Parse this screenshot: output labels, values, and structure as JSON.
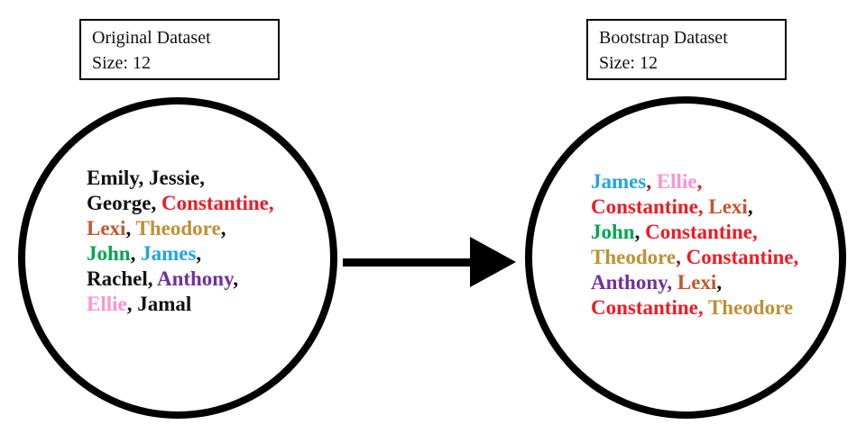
{
  "left_box": {
    "title": "Original Dataset",
    "size_label": "Size: 12"
  },
  "right_box": {
    "title": "Bootstrap Dataset",
    "size_label": "Size: 12"
  },
  "colors": {
    "black": "#111111",
    "red": "#EE1B24",
    "dark_red": "#8B2230",
    "orange": "#C2572B",
    "gold": "#BE9134",
    "green": "#00A550",
    "blue": "#24A3E1",
    "purple": "#7030A0",
    "pink": "#FA94D2"
  },
  "original_dataset": {
    "lines": [
      [
        {
          "text": "Emily",
          "color": "black",
          "sep": ", ",
          "sep_color": "black"
        },
        {
          "text": "Jessie",
          "color": "black",
          "sep": ",",
          "sep_color": "black"
        }
      ],
      [
        {
          "text": "George",
          "color": "black",
          "sep": ", ",
          "sep_color": "black"
        },
        {
          "text": "Constantine",
          "color": "red",
          "sep": ",",
          "sep_color": "red"
        }
      ],
      [
        {
          "text": "Lexi",
          "color": "orange",
          "sep": ", ",
          "sep_color": "black"
        },
        {
          "text": "Theodore",
          "color": "gold",
          "sep": ",",
          "sep_color": "black"
        }
      ],
      [
        {
          "text": "John",
          "color": "green",
          "sep": ", ",
          "sep_color": "black"
        },
        {
          "text": "James",
          "color": "blue",
          "sep": ",",
          "sep_color": "black"
        }
      ],
      [
        {
          "text": "Rachel",
          "color": "black",
          "sep": ", ",
          "sep_color": "black"
        },
        {
          "text": "Anthony",
          "color": "purple",
          "sep": ",",
          "sep_color": "black"
        }
      ],
      [
        {
          "text": "Ellie",
          "color": "pink",
          "sep": ", ",
          "sep_color": "black"
        },
        {
          "text": "Jamal",
          "color": "black",
          "sep": "",
          "sep_color": "black"
        }
      ]
    ]
  },
  "bootstrap_dataset": {
    "lines": [
      [
        {
          "text": "James",
          "color": "blue",
          "sep": ", ",
          "sep_color": "dark_red"
        },
        {
          "text": "Ellie",
          "color": "pink",
          "sep": ",",
          "sep_color": "red"
        }
      ],
      [
        {
          "text": "Constantine",
          "color": "red",
          "sep": ", ",
          "sep_color": "red"
        },
        {
          "text": "Lexi",
          "color": "orange",
          "sep": ",",
          "sep_color": "black"
        }
      ],
      [
        {
          "text": "John",
          "color": "green",
          "sep": ", ",
          "sep_color": "black"
        },
        {
          "text": "Constantine",
          "color": "red",
          "sep": ",",
          "sep_color": "red"
        }
      ],
      [
        {
          "text": "Theodore",
          "color": "gold",
          "sep": ", ",
          "sep_color": "dark_red"
        },
        {
          "text": "Constantine",
          "color": "red",
          "sep": ",",
          "sep_color": "red"
        }
      ],
      [
        {
          "text": "Anthony",
          "color": "purple",
          "sep": ", ",
          "sep_color": "purple"
        },
        {
          "text": "Lexi",
          "color": "orange",
          "sep": ",",
          "sep_color": "black"
        }
      ],
      [
        {
          "text": "Constantine",
          "color": "red",
          "sep": ", ",
          "sep_color": "red"
        },
        {
          "text": "Theodore",
          "color": "gold",
          "sep": "",
          "sep_color": "black"
        }
      ]
    ]
  }
}
